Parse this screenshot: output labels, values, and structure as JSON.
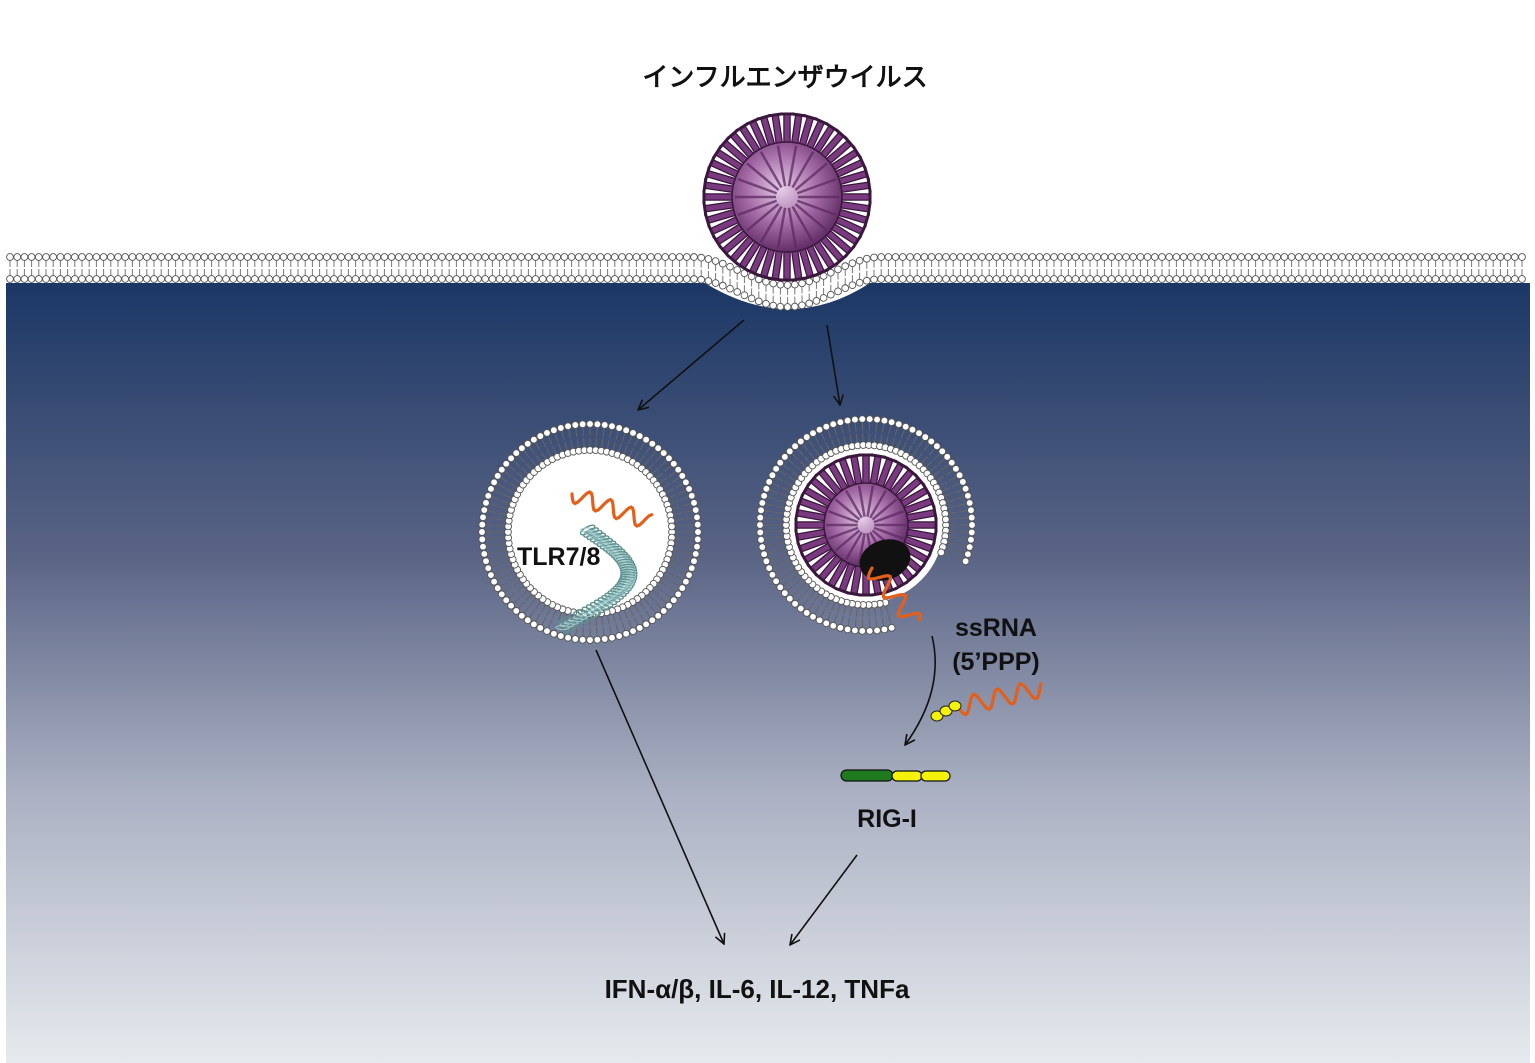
{
  "title": "インフルエンザウイルス",
  "labels": {
    "tlr": "TLR7/8",
    "ssrna_line1": "ssRNA",
    "ssrna_line2": "(5’PPP)",
    "rigi": "RIG-I",
    "cytokines": "IFN-α/β, IL-6, IL-12, TNFa"
  },
  "colors": {
    "cell_top": "#1b3765",
    "cell_bottom": "#e6eaee",
    "virus_purple": "#7a3a7f",
    "rna_orange": "#e2601b",
    "rig_green": "#1f7a1f",
    "rig_yellow": "#f5f20a",
    "tlr_teal": "#9cc9c9"
  }
}
